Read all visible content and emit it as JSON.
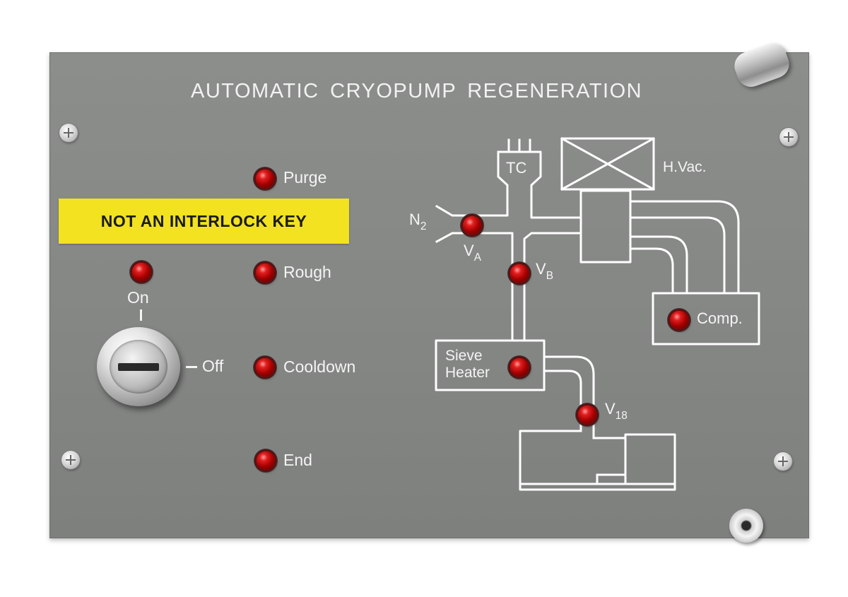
{
  "panel": {
    "title": "AUTOMATIC CRYOPUMP REGENERATION",
    "warning_label": "NOT AN INTERLOCK KEY"
  },
  "keyswitch": {
    "on_label": "On",
    "off_label": "Off"
  },
  "stages": [
    {
      "label": "Purge"
    },
    {
      "label": "Rough"
    },
    {
      "label": "Cooldown"
    },
    {
      "label": "End"
    }
  ],
  "diagram": {
    "tc_label": "TC",
    "hvac_label": "H.Vac.",
    "n2_label": "N",
    "n2_sub": "2",
    "va_label": "V",
    "va_sub": "A",
    "vb_label": "V",
    "vb_sub": "B",
    "comp_label": "Comp.",
    "sieve_line1": "Sieve",
    "sieve_line2": "Heater",
    "v18_label": "V",
    "v18_sub": "18"
  },
  "colors": {
    "panel": "#858785",
    "warning": "#f2e21f",
    "led": "#c00000",
    "lines": "#ffffff"
  }
}
